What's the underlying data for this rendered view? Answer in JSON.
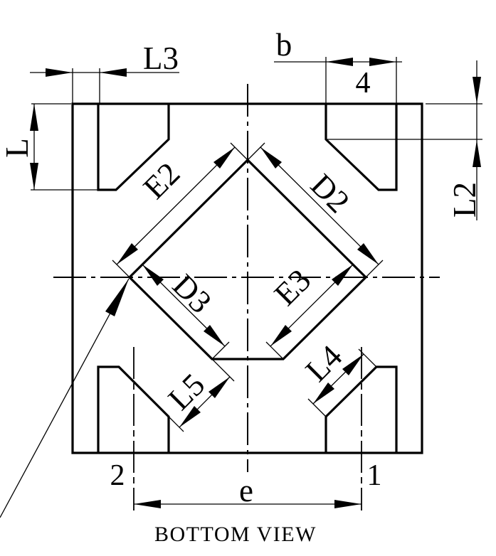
{
  "drawing": {
    "caption": "BOTTOM VIEW",
    "labels": {
      "l3": "L3",
      "b": "b",
      "l": "L",
      "l2": "L2",
      "e2": "E2",
      "d2": "D2",
      "d3": "D3",
      "e3": "E3",
      "l5": "L5",
      "l4": "L4",
      "e": "e"
    },
    "pins": {
      "pin1": "1",
      "pin2": "2",
      "pin4": "4"
    },
    "colors": {
      "line": "#000000",
      "background": "#ffffff"
    }
  }
}
